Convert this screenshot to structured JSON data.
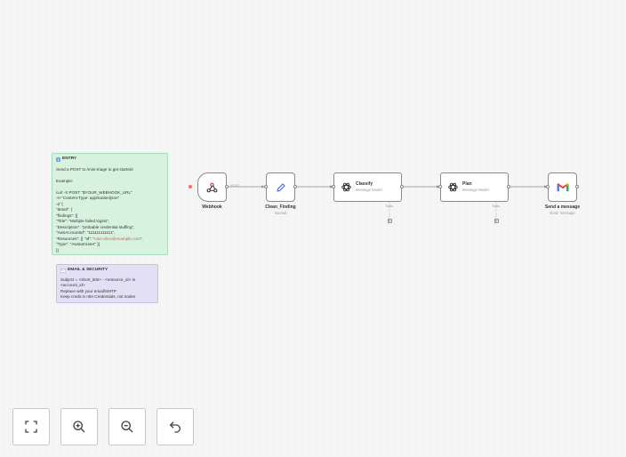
{
  "colors": {
    "canvas_bg": "#f5f5f5",
    "node_border": "#8a8a8a",
    "sticky_green": "#d7f3e0",
    "sticky_purple": "#e3e0f5",
    "trigger_dot": "#ff6d5a",
    "gmail_red": "#ea4335"
  },
  "sticky_entry": {
    "title": "ENTRY",
    "icon": "down-arrow-icon",
    "line1": "Send a POST to /mini-triage to get started!",
    "line2": "Example:",
    "code_a": "curl -X POST \"$YOUR_WEBHOOK_URL\"\n-H \"Content-Type: application/json\"\n-d '{\n\"detail\": {\n\"findings\": [{\n\"Title\": \"Multiple failed logins\",\n\"Description\": \"probable credential stuffing\",\n\"AwsAccountId\": \"111111111111\",\n\"Resources\": [{ \"Id\": \"",
    "code_email": "user:alice@example.com",
    "code_b": "\",\n\"Type\": \"AwsIamUser\" }]\n}]"
  },
  "sticky_email": {
    "title": "EMAIL & SECURITY",
    "icon": "envelope-icon",
    "body": "Subject = <short_title> - <resource_id> in\n<account_id>\nReplace with your email/SMTP\nKeep creds in n8n Credentials, not nodes"
  },
  "nodes": {
    "webhook": {
      "label": "Webhook",
      "icon": "webhook-icon",
      "edge_label": "POST"
    },
    "clean": {
      "label": "Clean_Finding",
      "sublabel": "manual",
      "icon": "pencil-icon"
    },
    "classify": {
      "title": "Classify",
      "subtitle": "Message Model",
      "icon": "openai-icon",
      "tools_label": "Tools"
    },
    "plan": {
      "title": "Plan",
      "subtitle": "Message Model",
      "icon": "openai-icon",
      "tools_label": "Tools"
    },
    "gmail": {
      "label": "Send a message",
      "sublabel": "send: message",
      "icon": "gmail-icon"
    }
  },
  "controls": {
    "fit": "fit-view-icon",
    "zoom_in": "zoom-in-icon",
    "zoom_out": "zoom-out-icon",
    "undo": "undo-icon"
  }
}
